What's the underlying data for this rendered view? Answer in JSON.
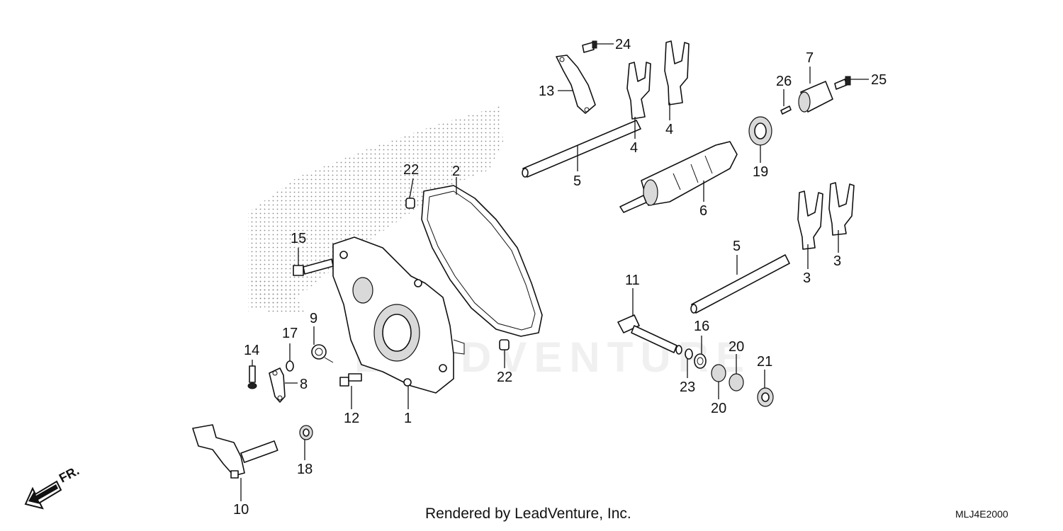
{
  "footer": {
    "credit": "Rendered by LeadVenture, Inc.",
    "diagram_code": "MLJ4E2000"
  },
  "orientation": {
    "label": "FR."
  },
  "watermark": {
    "text": "LEADVENTURE"
  },
  "callouts": [
    "1",
    "2",
    "3",
    "3",
    "4",
    "4",
    "5",
    "5",
    "6",
    "7",
    "8",
    "9",
    "10",
    "11",
    "12",
    "13",
    "14",
    "15",
    "16",
    "17",
    "18",
    "19",
    "20",
    "20",
    "21",
    "22",
    "22",
    "23",
    "24",
    "25",
    "26"
  ],
  "colors": {
    "ink": "#111111",
    "background": "#ffffff",
    "shading": "#d9d9d9"
  }
}
